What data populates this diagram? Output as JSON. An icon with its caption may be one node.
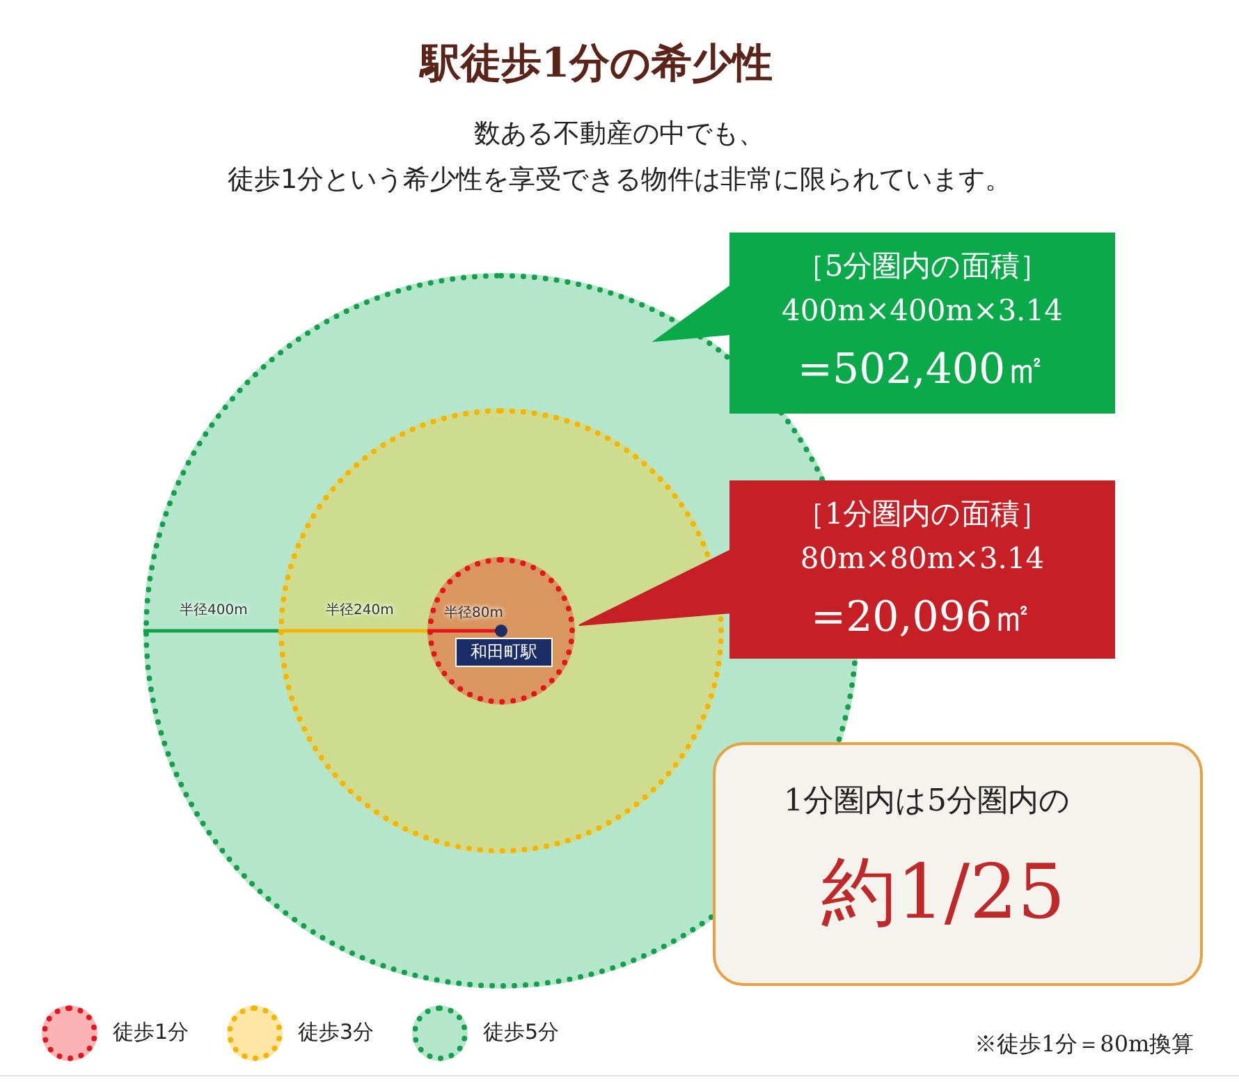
{
  "diagram": {
    "title": "駅徒歩1分の希少性",
    "nodes": [
      {
        "text": [
          "半径400m"
        ]
      },
      {
        "text": [
          "半径240m"
        ],
        "in": 0
      },
      {
        "text": [
          "半径80m"
        ],
        "in": 1
      },
      {
        "text": [
          "和田町駅"
        ],
        "in": 2
      },
      {
        "text": [
          "［5分圏内の面積］",
          "400m×400m×3.14",
          "=502,400㎡"
        ]
      },
      {
        "text": [
          "［1分圏内の面積］",
          "80m×80m×3.14",
          "=20,096㎡"
        ]
      },
      {
        "text": [
          "1分圏内は5分圏内の",
          "約1/25"
        ]
      }
    ],
    "edges": [
      {
        "from": 4,
        "to": 0,
        "arrow": "to",
        "color": "#0aaa4a"
      },
      {
        "from": 5,
        "to": 2,
        "arrow": "to",
        "color": "#c62026"
      }
    ],
    "labels": [
      "数ある不動産の中でも、",
      "徒歩1分という希少性を享受できる物件は非常に限られています。",
      "※徒歩1分＝80m換算"
    ],
    "legend": [
      {
        "text": "徒歩1分",
        "color": "#f9b3b5"
      },
      {
        "text": "徒歩3分",
        "color": "#fde6a6"
      },
      {
        "text": "徒歩5分",
        "color": "#b3e6cb"
      }
    ]
  }
}
